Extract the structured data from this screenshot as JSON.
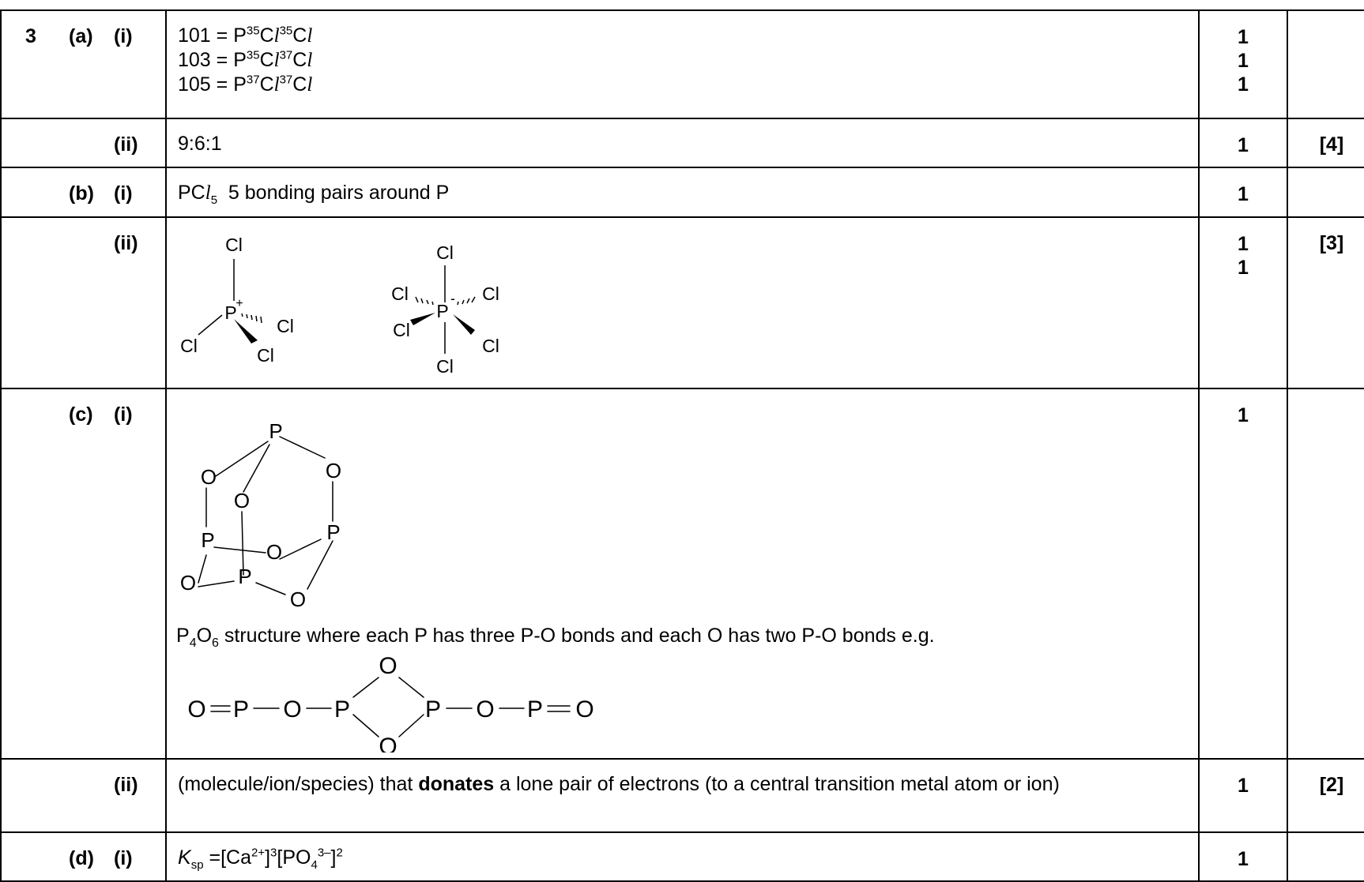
{
  "rows": {
    "a_i": {
      "q": "3",
      "part": "(a)",
      "sub": "(i)",
      "lines": [
        {
          "mass": "101",
          "eq": " = P",
          "iso1": "35",
          "cl": "C",
          "l": "l",
          "iso2": "35",
          "cl2": "C",
          "l2": "l"
        },
        {
          "mass": "103",
          "eq": " = P",
          "iso1": "35",
          "cl": "C",
          "l": "l",
          "iso2": "37",
          "cl2": "C",
          "l2": "l"
        },
        {
          "mass": "105",
          "eq": " = P",
          "iso1": "37",
          "cl": "C",
          "l": "l",
          "iso2": "37",
          "cl2": "C",
          "l2": "l"
        }
      ],
      "marks": [
        "1",
        "1",
        "1"
      ]
    },
    "a_ii": {
      "sub": "(ii)",
      "answer": "9:6:1",
      "mark": "1",
      "total": "[4]"
    },
    "b_i": {
      "part": "(b)",
      "sub": "(i)",
      "formula_pre": "PC",
      "formula_l": "l",
      "formula_sub": "5",
      "answer": "  5 bonding pairs around P",
      "mark": "1"
    },
    "b_ii": {
      "sub": "(ii)",
      "marks": [
        "1",
        "1"
      ],
      "total": "[3]",
      "atoms": {
        "cl": "Cl",
        "p": "P",
        "plus": "+",
        "minus": "-"
      }
    },
    "c_i": {
      "part": "(c)",
      "sub": "(i)",
      "mark": "1",
      "atoms": {
        "p": "P",
        "o": "O"
      },
      "formula_p": "P",
      "formula_p_sub": "4",
      "formula_o": "O",
      "formula_o_sub": "6",
      "text": " structure where each P has three P-O bonds and each O has two P-O bonds e.g."
    },
    "c_ii": {
      "sub": "(ii)",
      "pre": "(molecule/ion/species) that ",
      "bold": "donates",
      "post": " a lone pair of electrons (to a central transition metal atom or ion)",
      "mark": "1",
      "total": "[2]"
    },
    "d_i": {
      "part": "(d)",
      "sub": "(i)",
      "k": "K",
      "ksub": "sp",
      "eq": " =[Ca",
      "ca_charge": "2+",
      "close1": "]",
      "pow1": "3",
      "po": "[PO",
      "po_sub": "4",
      "po_charge": "3–",
      "close2": "]",
      "pow2": "2",
      "mark": "1"
    }
  }
}
